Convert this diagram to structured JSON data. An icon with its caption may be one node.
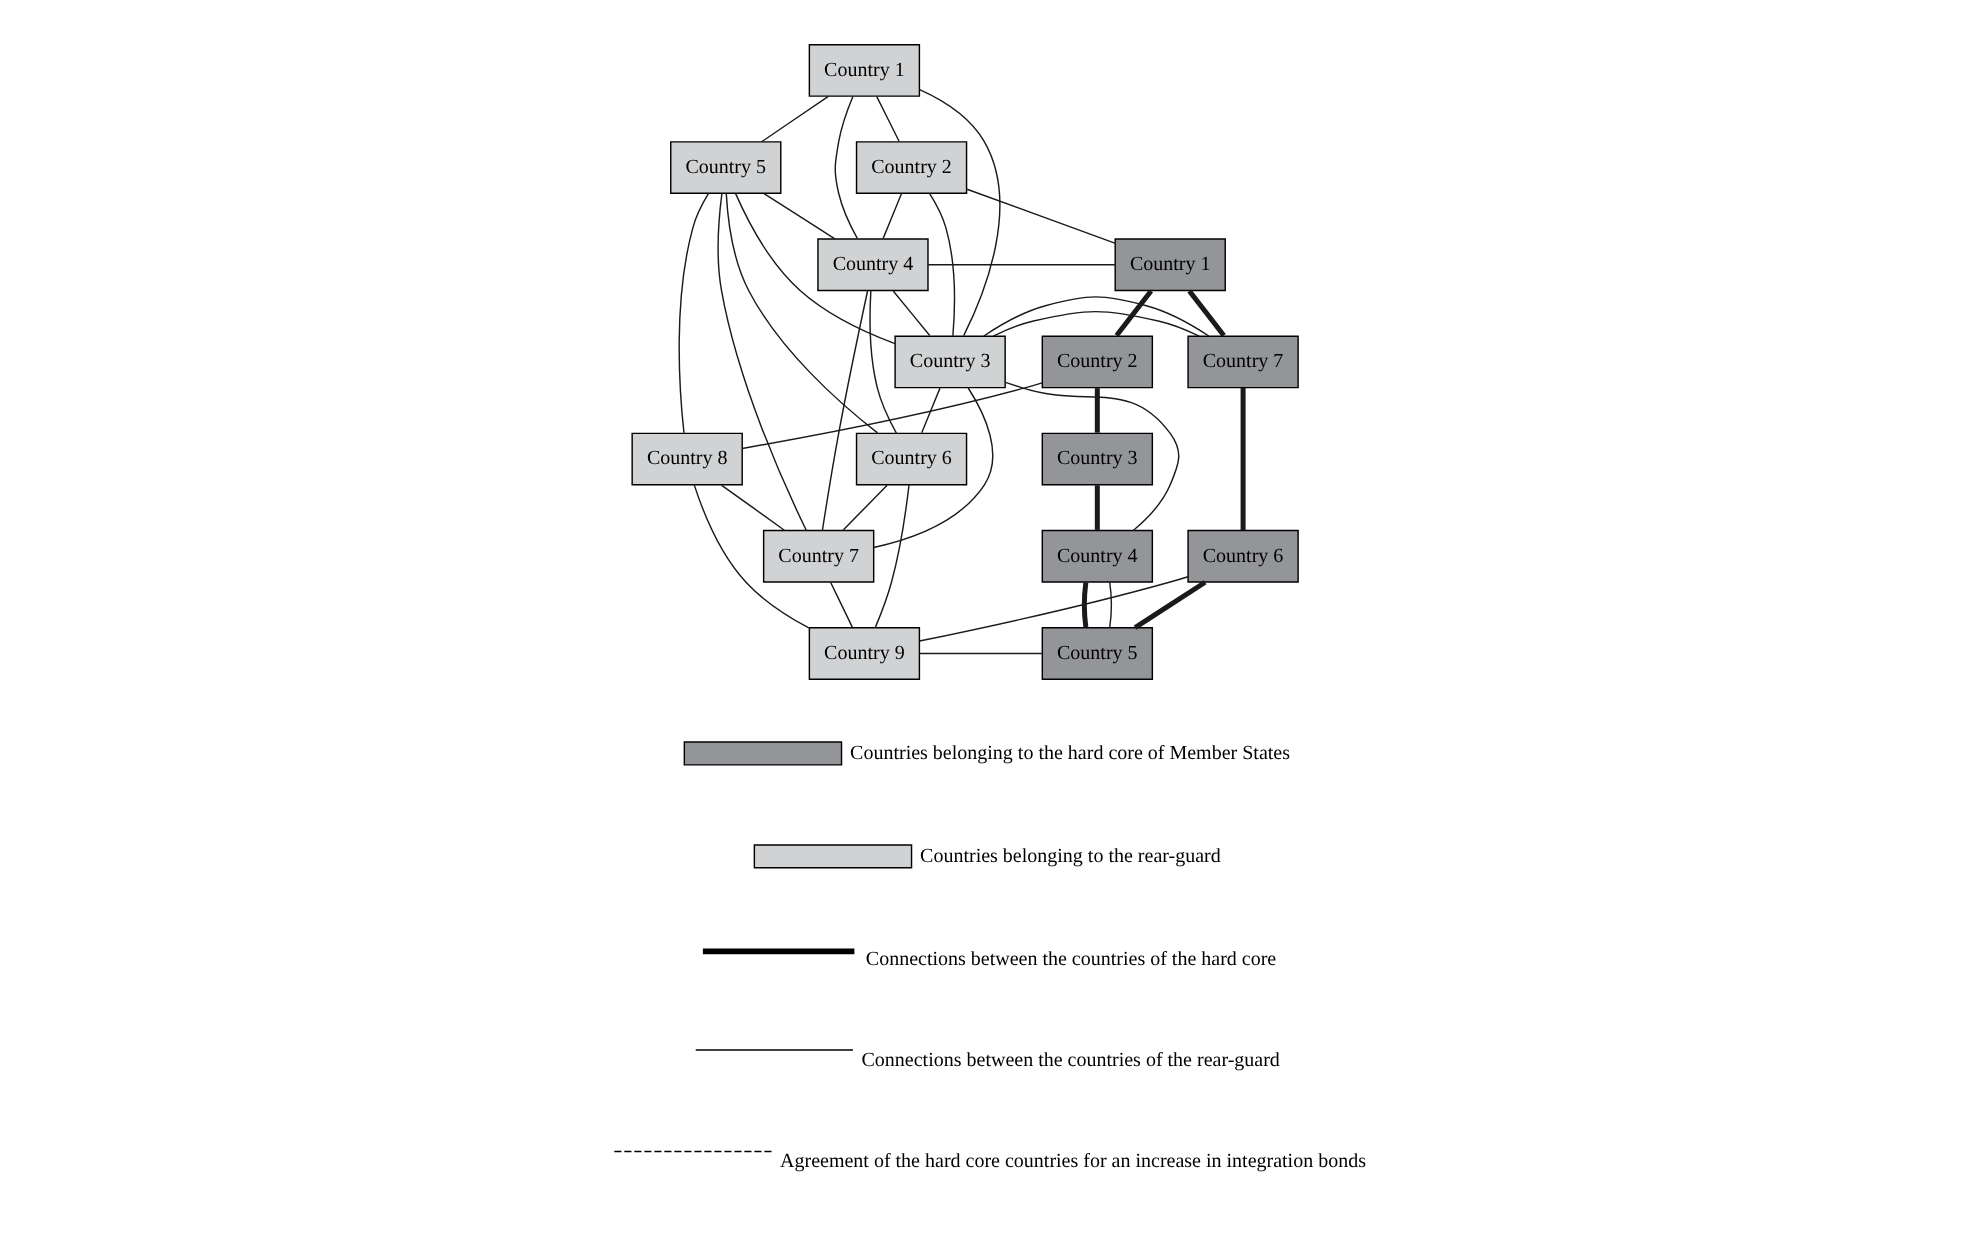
{
  "diagram": {
    "nodes": [
      {
        "text": [
          "Country 1"
        ]
      },
      {
        "text": [
          "Country 2"
        ]
      },
      {
        "text": [
          "Country 3"
        ]
      },
      {
        "text": [
          "Country 4"
        ]
      },
      {
        "text": [
          "Country 5"
        ]
      },
      {
        "text": [
          "Country 6"
        ]
      },
      {
        "text": [
          "Country 7"
        ]
      },
      {
        "text": [
          "Country 8"
        ]
      },
      {
        "text": [
          "Country 9"
        ]
      },
      {
        "text": [
          "Country 1"
        ]
      },
      {
        "text": [
          "Country 2"
        ]
      },
      {
        "text": [
          "Country 7"
        ]
      },
      {
        "text": [
          "Country 3"
        ]
      },
      {
        "text": [
          "Country 6"
        ]
      },
      {
        "text": [
          "Country 4"
        ]
      },
      {
        "text": [
          "Country 5"
        ]
      }
    ],
    "edges": [
      {
        "from": 0,
        "to": 1,
        "arrow": "none"
      },
      {
        "from": 1,
        "to": 2,
        "arrow": "none"
      },
      {
        "from": 1,
        "to": 9,
        "arrow": "none"
      },
      {
        "from": 1,
        "to": 3,
        "arrow": "none"
      },
      {
        "from": 0,
        "to": 2,
        "arrow": "none"
      },
      {
        "from": 0,
        "to": 3,
        "arrow": "none"
      },
      {
        "from": 0,
        "to": 4,
        "arrow": "none"
      },
      {
        "from": 2,
        "to": 11,
        "arrow": "none"
      },
      {
        "from": 2,
        "to": 11,
        "arrow": "none"
      },
      {
        "from": 2,
        "to": 14,
        "arrow": "none"
      },
      {
        "from": 3,
        "to": 9,
        "arrow": "none"
      },
      {
        "from": 3,
        "to": 2,
        "arrow": "none"
      },
      {
        "from": 4,
        "to": 2,
        "arrow": "none"
      },
      {
        "from": 4,
        "to": 3,
        "arrow": "none"
      },
      {
        "from": 2,
        "to": 6,
        "arrow": "none"
      },
      {
        "from": 2,
        "to": 5,
        "arrow": "none"
      },
      {
        "from": 3,
        "to": 5,
        "arrow": "none"
      },
      {
        "from": 3,
        "to": 6,
        "arrow": "none"
      },
      {
        "from": 4,
        "to": 5,
        "arrow": "none"
      },
      {
        "from": 4,
        "to": 6,
        "arrow": "none"
      },
      {
        "from": 4,
        "to": 7,
        "arrow": "none"
      },
      {
        "from": 5,
        "to": 6,
        "arrow": "none"
      },
      {
        "from": 5,
        "to": 8,
        "arrow": "none"
      },
      {
        "from": 7,
        "to": 6,
        "arrow": "none"
      },
      {
        "from": 7,
        "to": 8,
        "arrow": "none"
      },
      {
        "from": 6,
        "to": 8,
        "arrow": "none"
      },
      {
        "from": 7,
        "to": 10,
        "arrow": "none"
      },
      {
        "from": 8,
        "to": 13,
        "arrow": "none"
      },
      {
        "from": 8,
        "to": 15,
        "arrow": "none"
      },
      {
        "from": 9,
        "to": 10,
        "arrow": "none",
        "style": "thick"
      },
      {
        "from": 9,
        "to": 11,
        "arrow": "none",
        "style": "thick"
      },
      {
        "from": 10,
        "to": 12,
        "arrow": "none",
        "style": "thick"
      },
      {
        "from": 11,
        "to": 13,
        "arrow": "none",
        "style": "thick"
      },
      {
        "from": 12,
        "to": 14,
        "arrow": "none",
        "style": "thick"
      },
      {
        "from": 13,
        "to": 15,
        "arrow": "none",
        "style": "thick"
      },
      {
        "from": 14,
        "to": 15,
        "arrow": "none",
        "style": "thick"
      },
      {
        "from": 14,
        "to": 15,
        "arrow": "none"
      }
    ],
    "legend": [
      {
        "text": "Countries belonging to the hard core of Member States",
        "color": "#939598"
      },
      {
        "text": "Countries belonging to the rear-guard",
        "color": "#d1d2d4"
      },
      {
        "text": "Connections between the countries of the hard core"
      },
      {
        "text": "Connections between the countries of the rear-guard"
      },
      {
        "text": "Agreement of the hard core countries for an increase in integration bonds"
      }
    ]
  }
}
